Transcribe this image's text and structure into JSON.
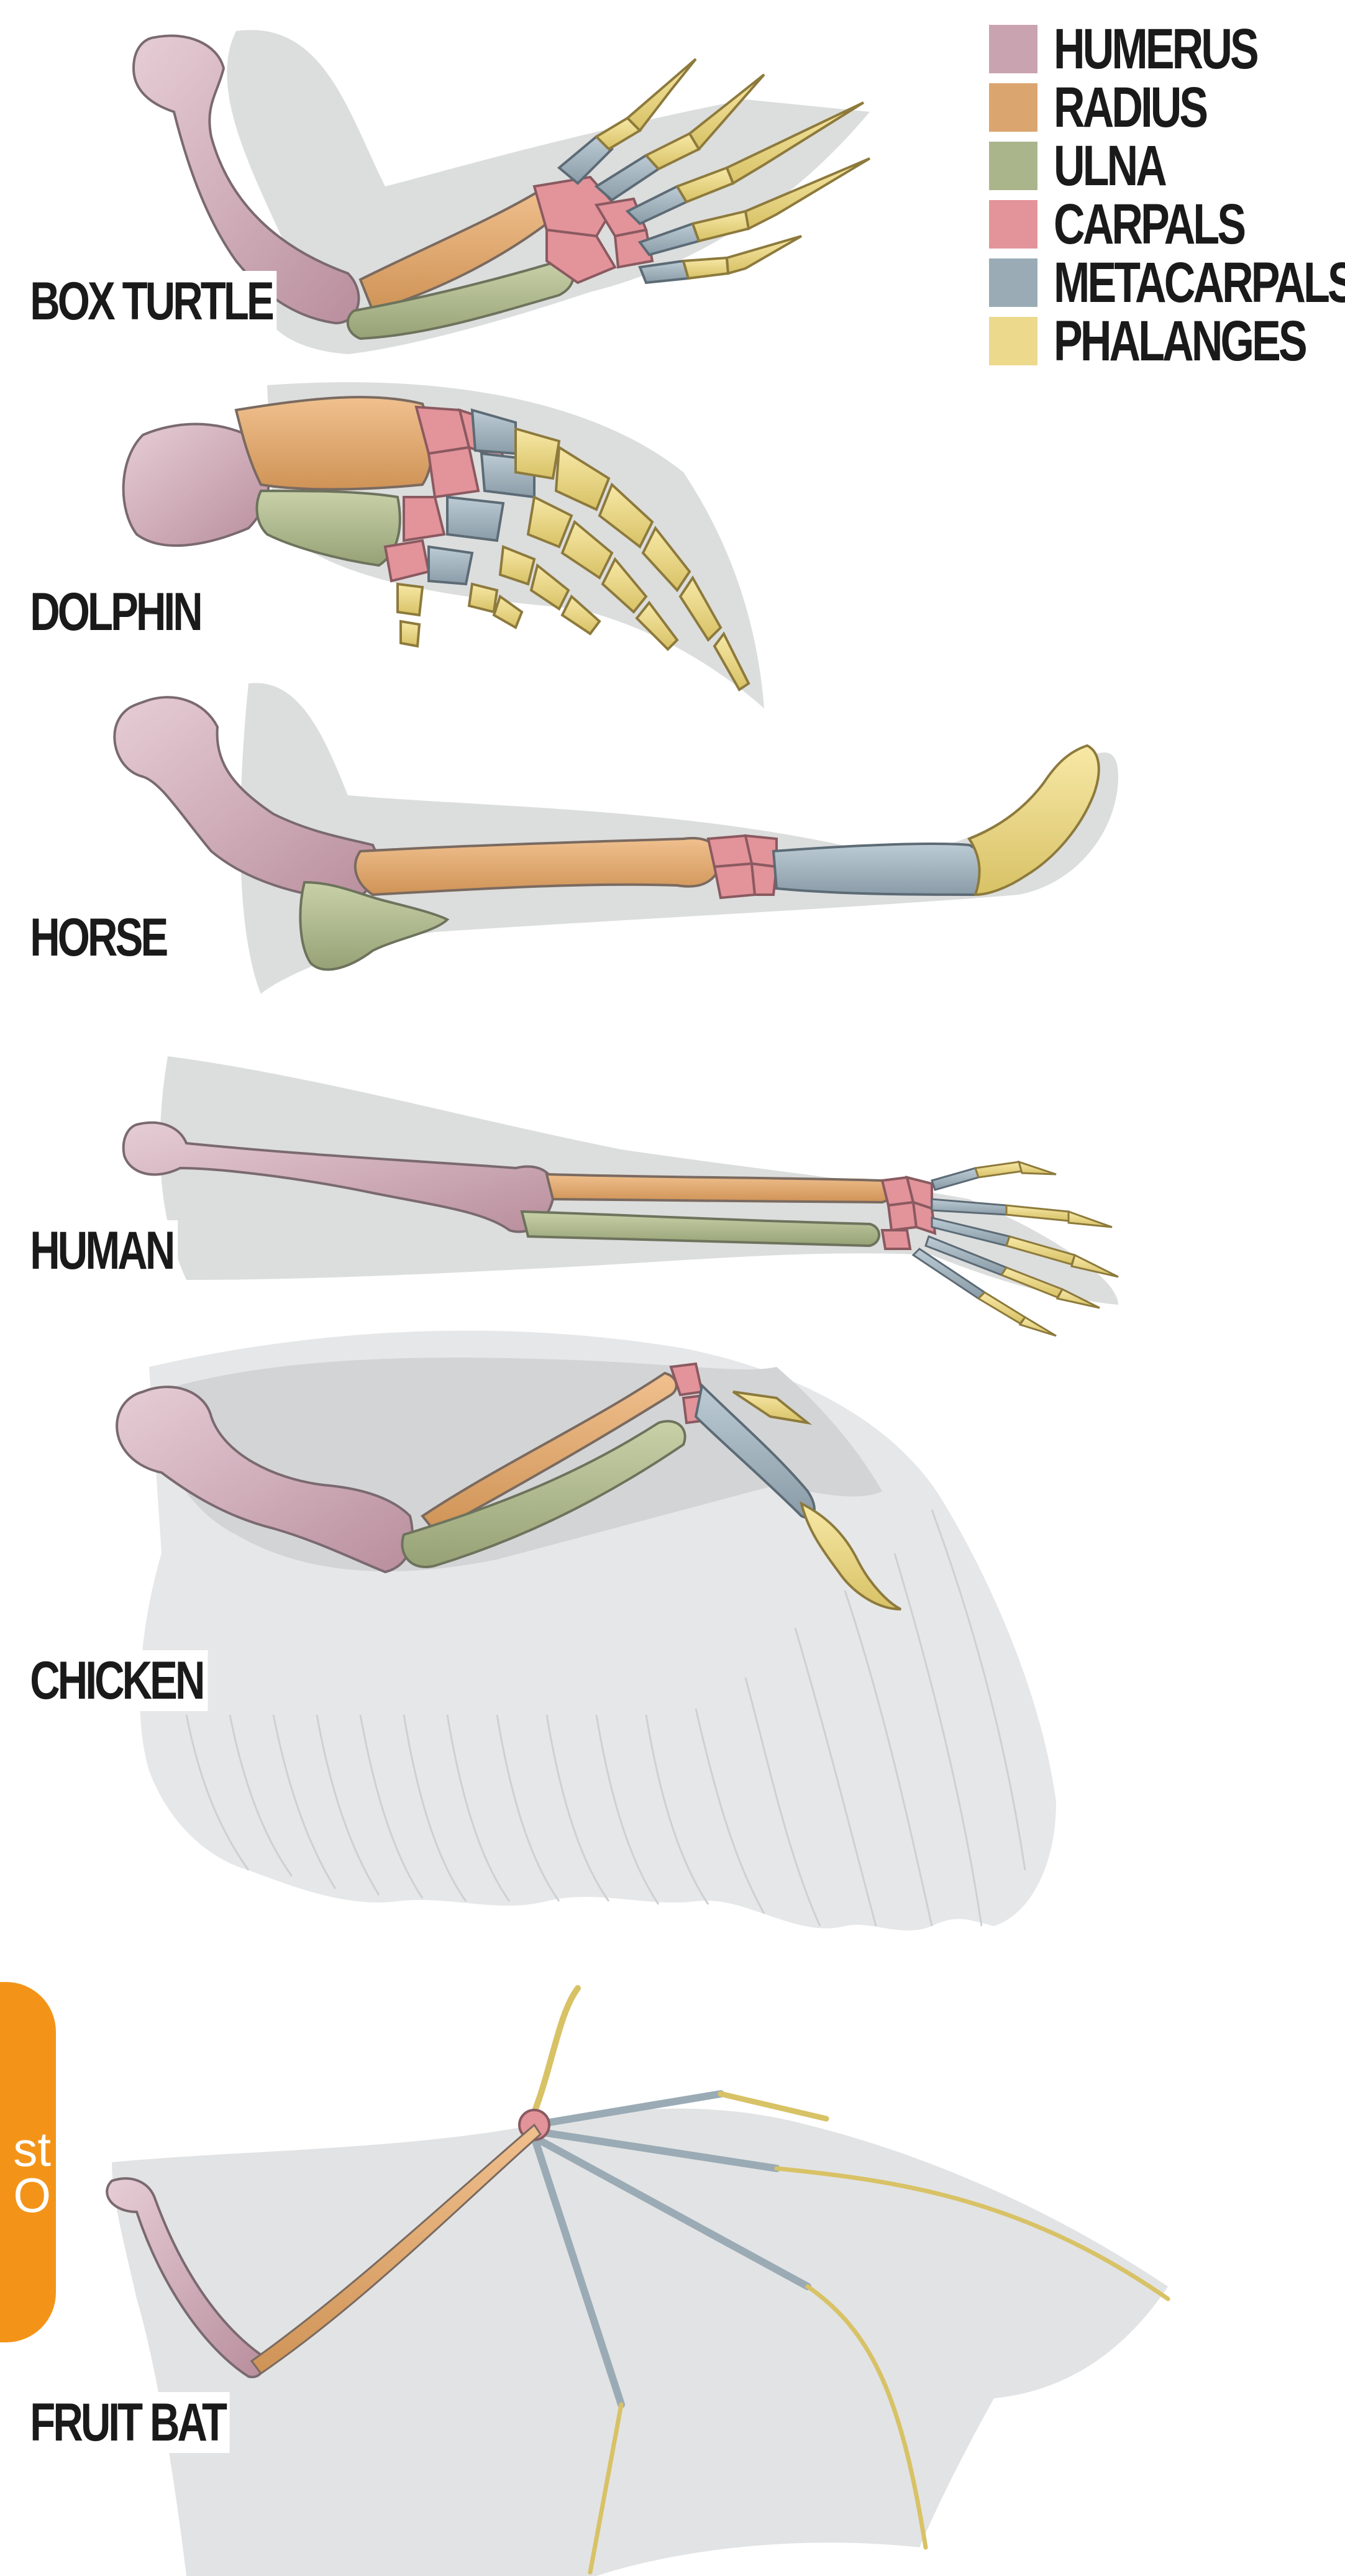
{
  "legend": [
    {
      "label": "HUMERUS",
      "color": "#c9a4b0"
    },
    {
      "label": "RADIUS",
      "color": "#dba56f"
    },
    {
      "label": "ULNA",
      "color": "#aab58c"
    },
    {
      "label": "CARPALS",
      "color": "#e3939a"
    },
    {
      "label": "METACARPALS",
      "color": "#9aabb5"
    },
    {
      "label": "PHALANGES",
      "color": "#ecd98c"
    }
  ],
  "animals": {
    "box_turtle": "BOX TURTLE",
    "dolphin": "DOLPHIN",
    "horse": "HORSE",
    "human": "HUMAN",
    "chicken": "CHICKEN",
    "fruit_bat": "FRUIT BAT"
  },
  "badge": {
    "text": "st\nO",
    "color": "#f39419"
  },
  "colors": {
    "shadow": "#d8d9da",
    "wing_fill": "#e6e7e8",
    "bone_outline": "#7a7a7a"
  }
}
